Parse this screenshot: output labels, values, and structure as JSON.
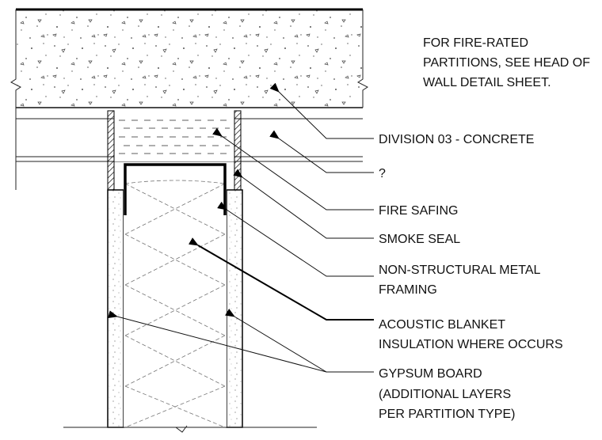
{
  "note": {
    "line1": "FOR FIRE-RATED",
    "line2": "PARTITIONS, SEE HEAD OF",
    "line3": "WALL DETAIL SHEET."
  },
  "labels": {
    "concrete": "DIVISION 03 - CONCRETE",
    "unknown": "?",
    "fire_safing": "FIRE SAFING",
    "smoke_seal": "SMOKE SEAL",
    "framing_1": "NON-STRUCTURAL METAL",
    "framing_2": "FRAMING",
    "acoustic_1": "ACOUSTIC BLANKET",
    "acoustic_2": "INSULATION WHERE OCCURS",
    "gypsum_1": "GYPSUM BOARD",
    "gypsum_2": "(ADDITIONAL LAYERS",
    "gypsum_3": "PER PARTITION TYPE)"
  }
}
